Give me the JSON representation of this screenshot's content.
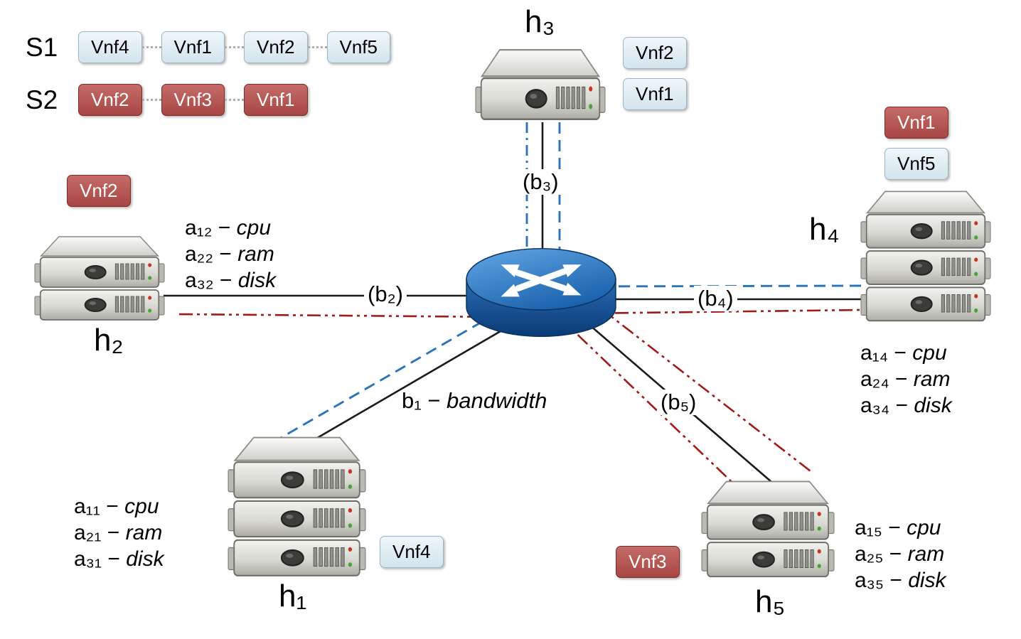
{
  "chains": [
    {
      "label": "S1",
      "type": "blue",
      "vnfs": [
        "Vnf4",
        "Vnf1",
        "Vnf2",
        "Vnf5"
      ]
    },
    {
      "label": "S2",
      "type": "red",
      "vnfs": [
        "Vnf2",
        "Vnf3",
        "Vnf1"
      ]
    }
  ],
  "hosts": {
    "h1": {
      "label": "h₁",
      "vnfs": [
        {
          "text": "Vnf4",
          "type": "blue"
        }
      ],
      "resources": [
        {
          "prefix": "a₁₁ −",
          "name": "cpu"
        },
        {
          "prefix": "a₂₁ −",
          "name": "ram"
        },
        {
          "prefix": "a₃₁ −",
          "name": "disk"
        }
      ]
    },
    "h2": {
      "label": "h₂",
      "vnfs": [
        {
          "text": "Vnf2",
          "type": "red"
        }
      ],
      "resources": [
        {
          "prefix": "a₁₂ −",
          "name": "cpu"
        },
        {
          "prefix": "a₂₂ −",
          "name": "ram"
        },
        {
          "prefix": "a₃₂ −",
          "name": "disk"
        }
      ]
    },
    "h3": {
      "label": "h₃",
      "vnfs": [
        {
          "text": "Vnf2",
          "type": "blue"
        },
        {
          "text": "Vnf1",
          "type": "blue"
        }
      ]
    },
    "h4": {
      "label": "h₄",
      "vnfs": [
        {
          "text": "Vnf1",
          "type": "red"
        },
        {
          "text": "Vnf5",
          "type": "blue"
        }
      ],
      "resources": [
        {
          "prefix": "a₁₄ −",
          "name": "cpu"
        },
        {
          "prefix": "a₂₄ −",
          "name": "ram"
        },
        {
          "prefix": "a₃₄ −",
          "name": "disk"
        }
      ]
    },
    "h5": {
      "label": "h₅",
      "vnfs": [
        {
          "text": "Vnf3",
          "type": "red"
        }
      ],
      "resources": [
        {
          "prefix": "a₁₅ −",
          "name": "cpu"
        },
        {
          "prefix": "a₂₅ −",
          "name": "ram"
        },
        {
          "prefix": "a₃₅ −",
          "name": "disk"
        }
      ]
    }
  },
  "links": {
    "b1": {
      "prefix": "b₁ −",
      "name": "bandwidth"
    },
    "b2": {
      "label": "(b₂)"
    },
    "b3": {
      "label": "(b₃)"
    },
    "b4": {
      "label": "(b₄)"
    },
    "b5": {
      "label": "(b₅)"
    }
  },
  "colors": {
    "link_black": "#1a1a1a",
    "link_blue": "#2b74b8",
    "link_red": "#9e1b17",
    "vnf_blue_bg": "#dcedf6",
    "vnf_red_bg": "#b74c48"
  }
}
